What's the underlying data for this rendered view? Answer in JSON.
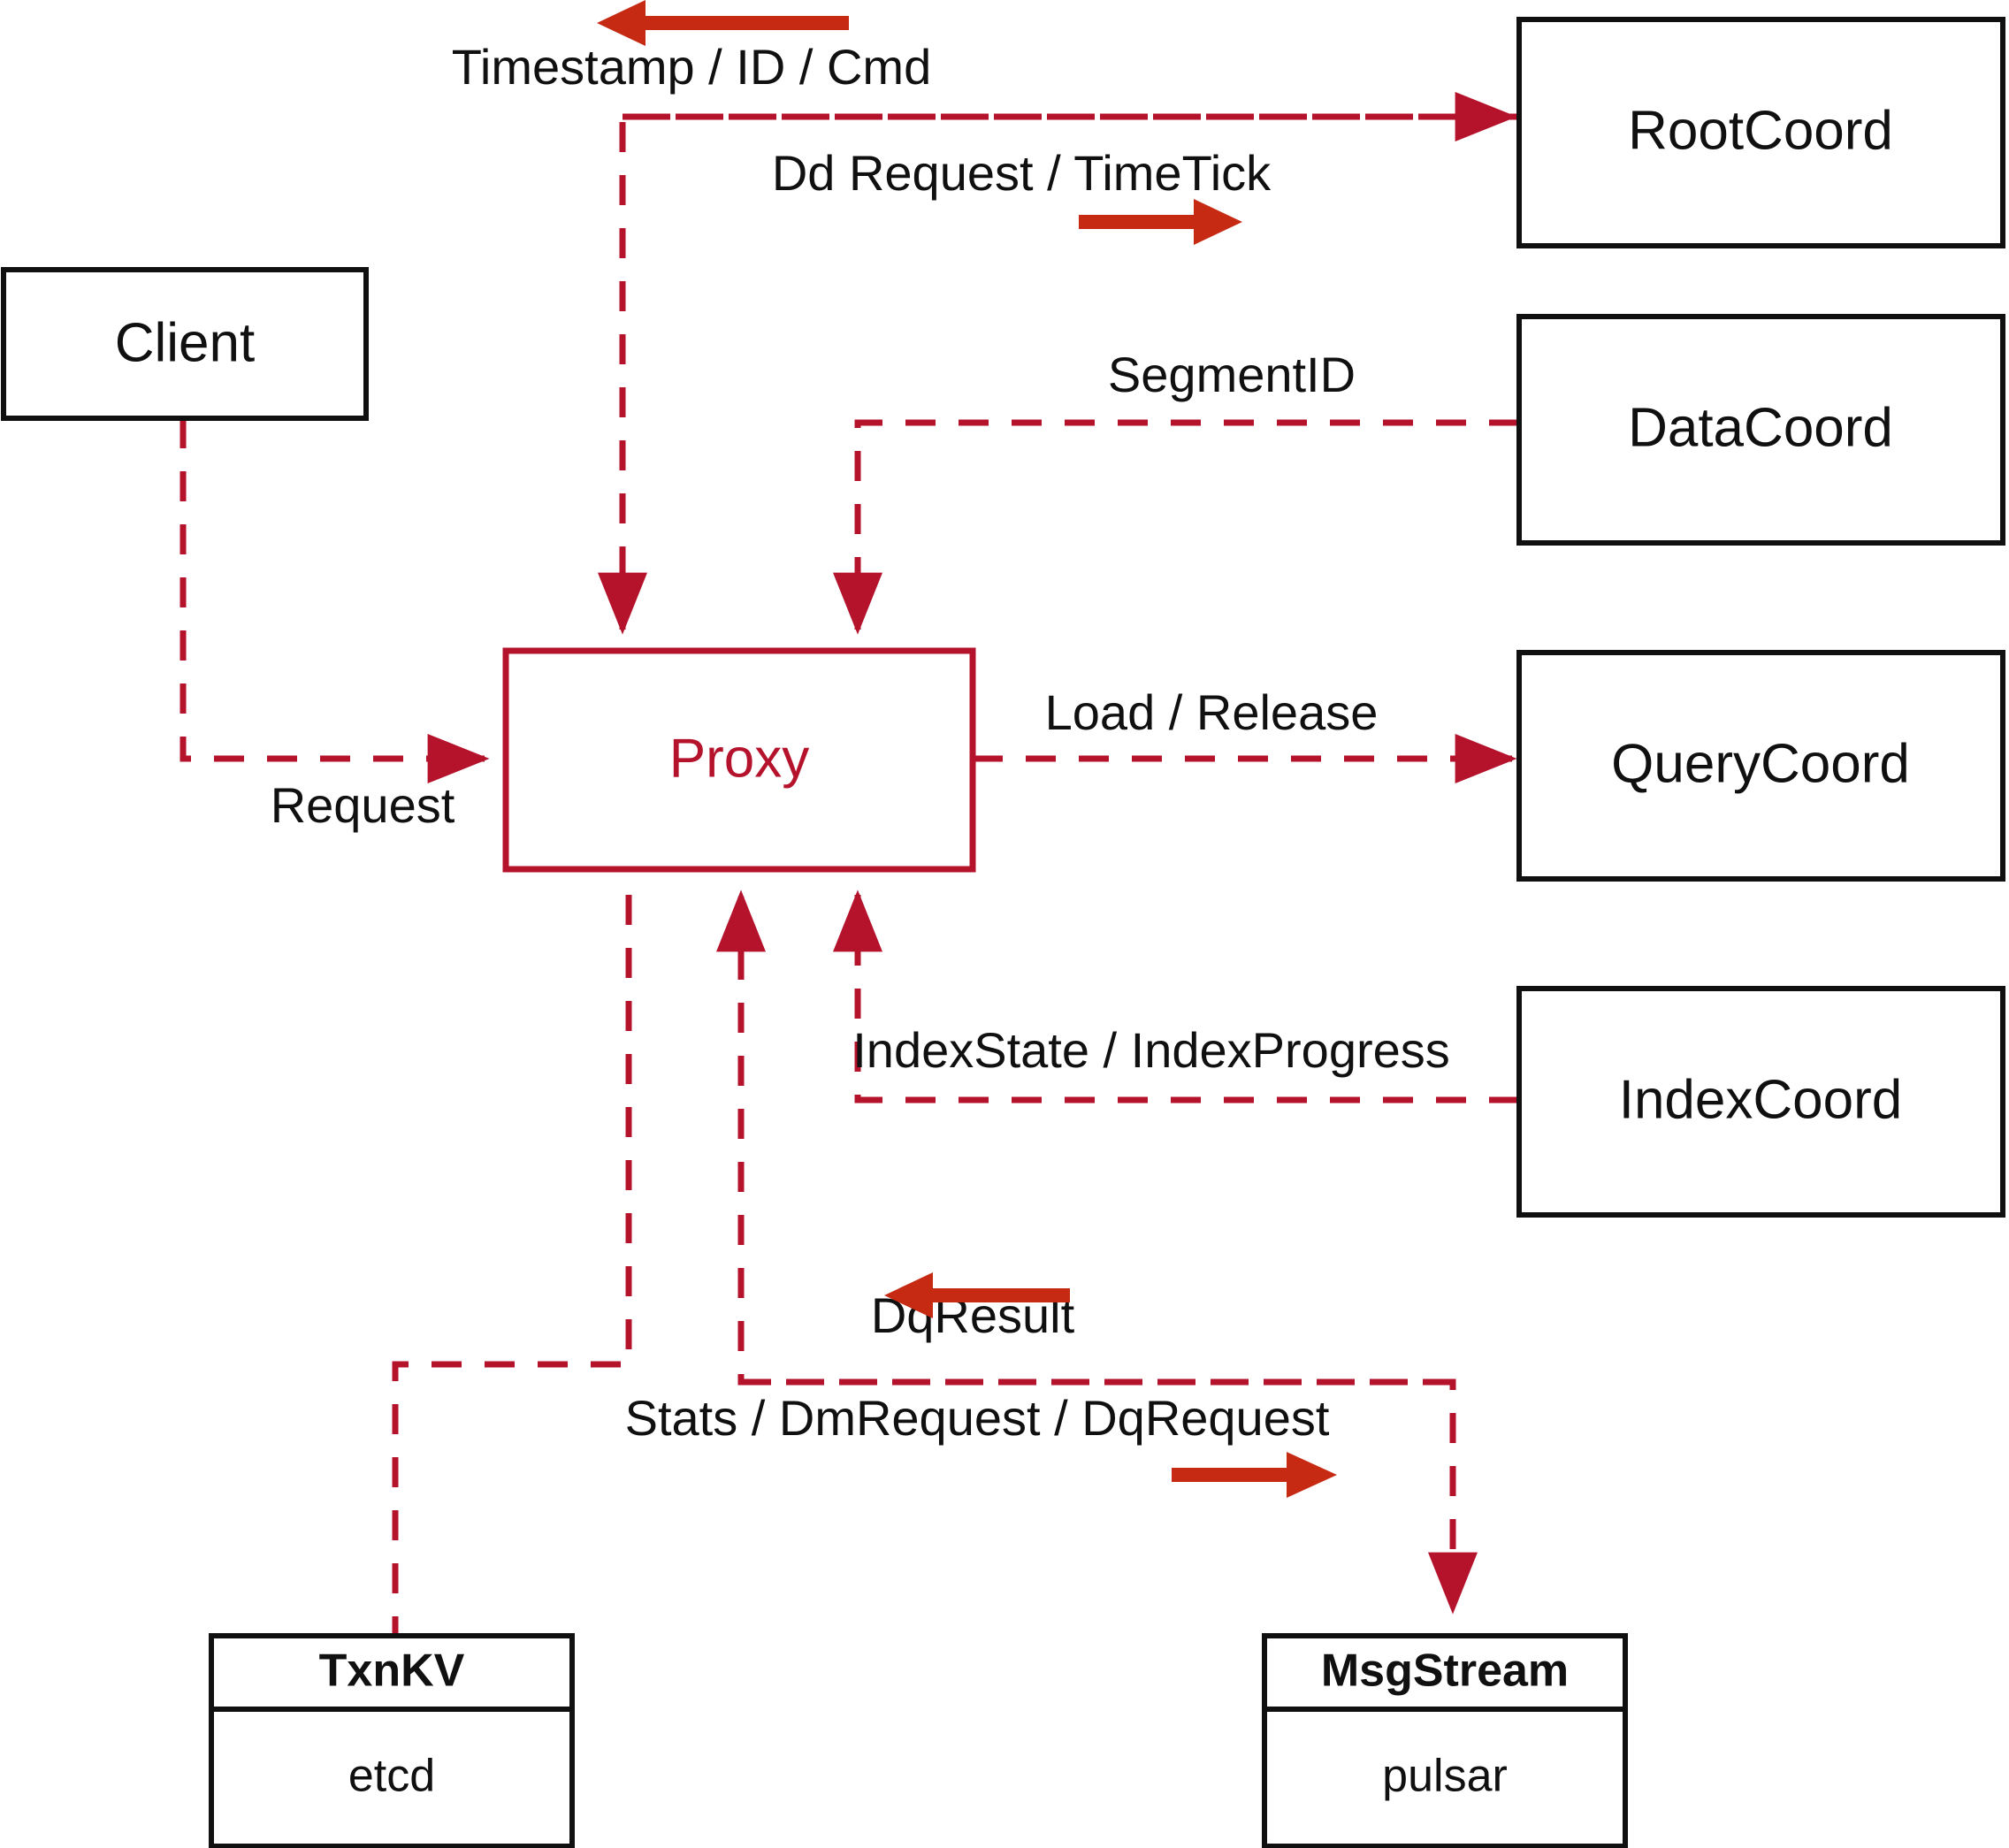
{
  "diagram": {
    "title": "Milvus Proxy component interaction diagram",
    "accent_color": "#b5122c",
    "direction_arrow_color": "#c62a13",
    "node_border_color": "#101010",
    "background_color": "#ffffff",
    "nodes": {
      "client": {
        "label": "Client"
      },
      "proxy": {
        "label": "Proxy"
      },
      "root_coord": {
        "label": "RootCoord"
      },
      "data_coord": {
        "label": "DataCoord"
      },
      "query_coord": {
        "label": "QueryCoord"
      },
      "index_coord": {
        "label": "IndexCoord"
      },
      "txn_kv": {
        "header": "TxnKV",
        "body": "etcd"
      },
      "msg_stream": {
        "header": "MsgStream",
        "body": "pulsar"
      }
    },
    "edge_labels": {
      "timestamp_id_cmd": "Timestamp / ID / Cmd",
      "dd_request_timetick": "Dd Request / TimeTick",
      "segment_id": "SegmentID",
      "request": "Request",
      "load_release": "Load / Release",
      "index_state_progress": "IndexState / IndexProgress",
      "dq_result": "DqResult",
      "stats_dm_dq_request": "Stats / DmRequest / DqRequest"
    },
    "direction_arrows": [
      {
        "name": "timestamp-id-cmd-direction",
        "points": "left"
      },
      {
        "name": "dd-request-timetick-direction",
        "points": "right"
      },
      {
        "name": "dq-result-direction",
        "points": "left"
      },
      {
        "name": "stats-dm-dq-request-direction",
        "points": "right"
      }
    ],
    "edges": [
      {
        "from": "root_coord",
        "to": "proxy",
        "label": "Timestamp / ID / Cmd",
        "style": "dashed"
      },
      {
        "from": "proxy",
        "to": "root_coord",
        "label": "Dd Request / TimeTick",
        "style": "dashed"
      },
      {
        "from": "data_coord",
        "to": "proxy",
        "label": "SegmentID",
        "style": "dashed"
      },
      {
        "from": "client",
        "to": "proxy",
        "label": "Request",
        "style": "dashed"
      },
      {
        "from": "proxy",
        "to": "query_coord",
        "label": "Load / Release",
        "style": "dashed"
      },
      {
        "from": "index_coord",
        "to": "proxy",
        "label": "IndexState / IndexProgress",
        "style": "dashed"
      },
      {
        "from": "msg_stream",
        "to": "proxy",
        "label": "DqResult",
        "style": "dashed"
      },
      {
        "from": "proxy",
        "to": "msg_stream",
        "label": "Stats / DmRequest / DqRequest",
        "style": "dashed"
      },
      {
        "from": "proxy",
        "to": "txn_kv",
        "label": "",
        "style": "dashed"
      }
    ]
  }
}
